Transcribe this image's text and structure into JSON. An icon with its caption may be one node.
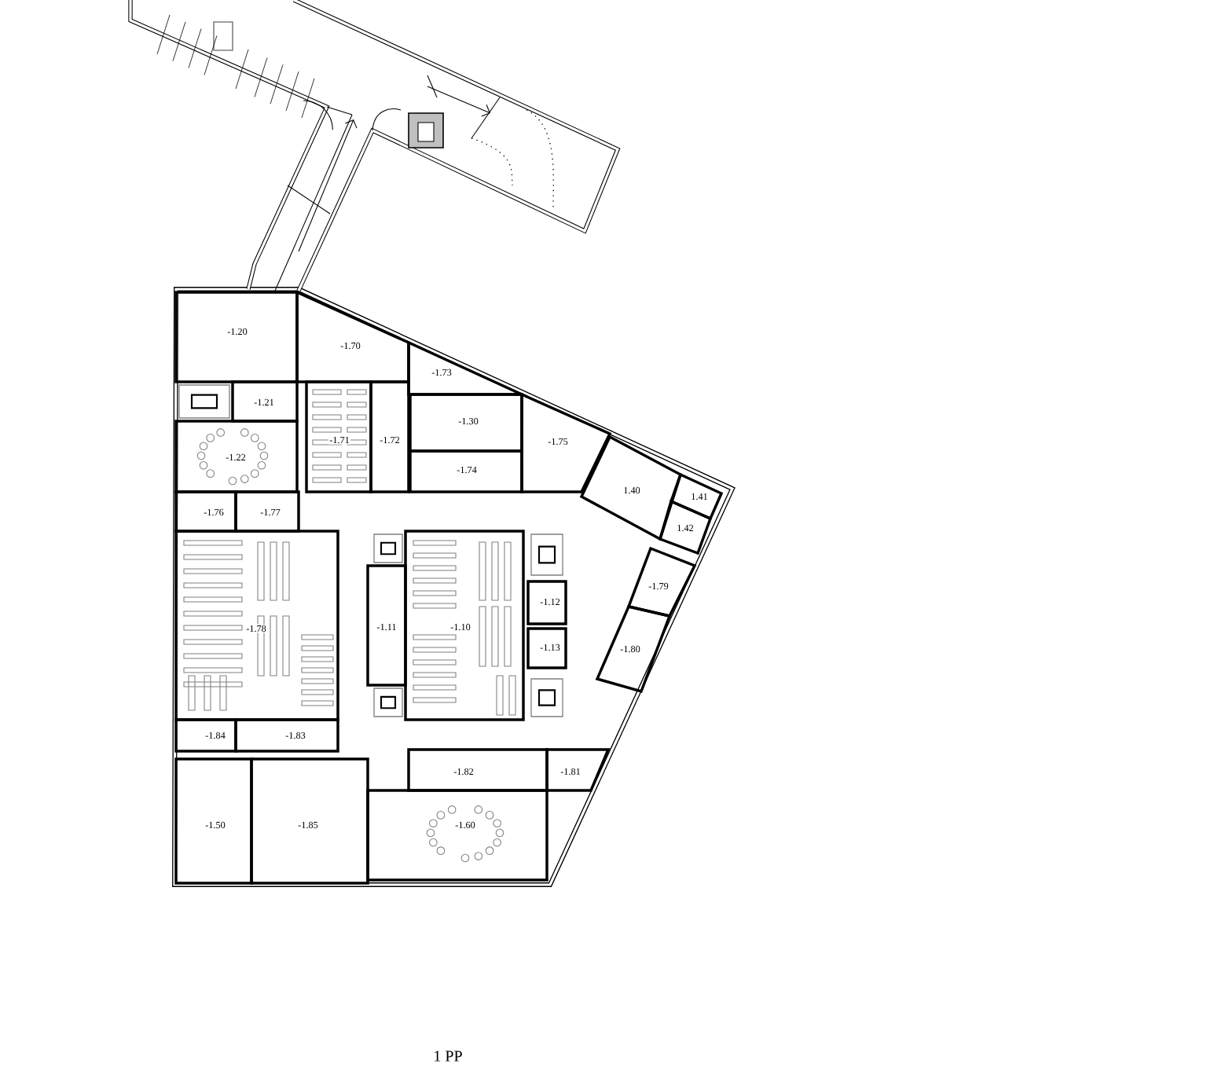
{
  "diagram": {
    "caption": "1 PP",
    "nodes": [
      {
        "text": [
          "-1.20"
        ]
      },
      {
        "text": [
          "-1.70"
        ]
      },
      {
        "text": [
          "-1.73"
        ]
      },
      {
        "text": [
          "-1.21"
        ]
      },
      {
        "text": [
          "-1.30"
        ]
      },
      {
        "text": [
          "-1.71"
        ]
      },
      {
        "text": [
          "-1.72"
        ]
      },
      {
        "text": [
          "-1.75"
        ]
      },
      {
        "text": [
          "-1.22"
        ]
      },
      {
        "text": [
          "-1.74"
        ]
      },
      {
        "text": [
          "1.40"
        ]
      },
      {
        "text": [
          "1.41"
        ]
      },
      {
        "text": [
          "1.42"
        ]
      },
      {
        "text": [
          "-1.76"
        ]
      },
      {
        "text": [
          "-1.77"
        ]
      },
      {
        "text": [
          "-1.79"
        ]
      },
      {
        "text": [
          "-1.12"
        ]
      },
      {
        "text": [
          "-1.78"
        ]
      },
      {
        "text": [
          "-1.11"
        ]
      },
      {
        "text": [
          "-1.10"
        ]
      },
      {
        "text": [
          "-1.13"
        ]
      },
      {
        "text": [
          "-1.80"
        ]
      },
      {
        "text": [
          "-1.84"
        ]
      },
      {
        "text": [
          "-1.83"
        ]
      },
      {
        "text": [
          "-1.82"
        ]
      },
      {
        "text": [
          "-1.81"
        ]
      },
      {
        "text": [
          "-1.50"
        ]
      },
      {
        "text": [
          "-1.85"
        ]
      },
      {
        "text": [
          "-1.60"
        ]
      }
    ]
  }
}
